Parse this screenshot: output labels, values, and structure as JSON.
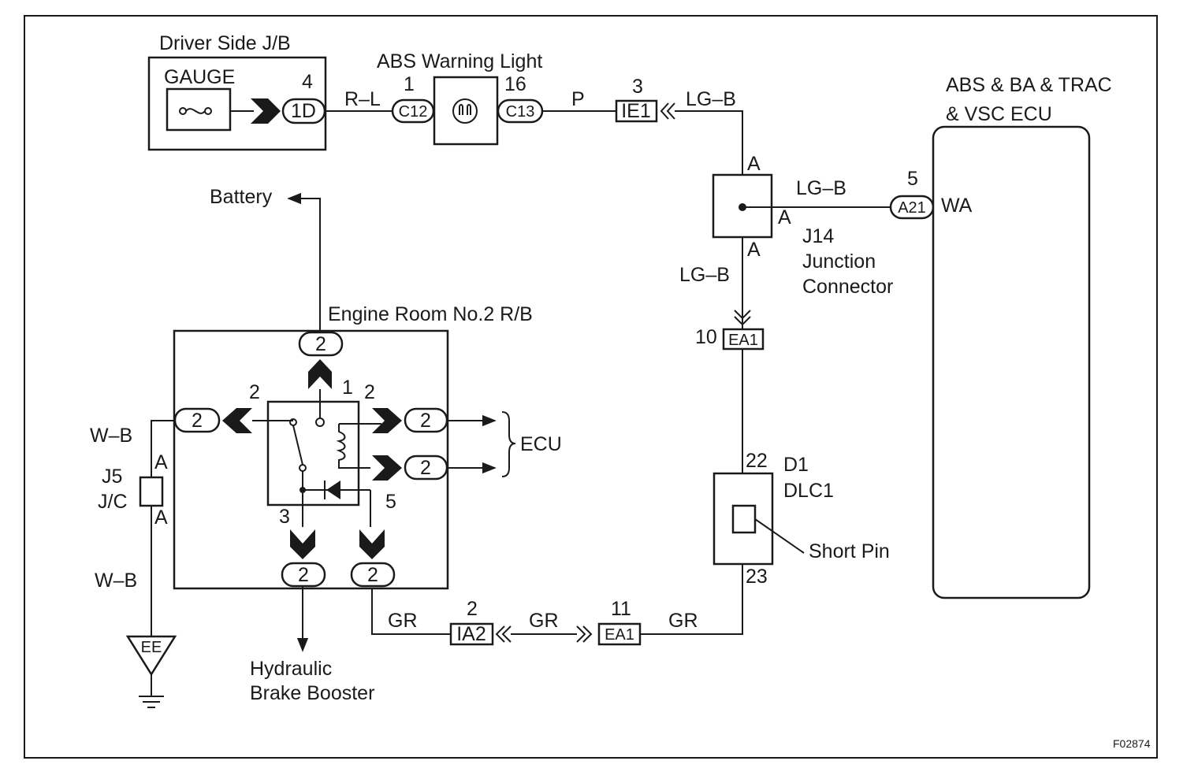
{
  "labels": {
    "driver_jb": "Driver Side J/B",
    "gauge": "GAUGE",
    "abs_light": "ABS Warning Light",
    "ecu_title1": "ABS & BA & TRAC",
    "ecu_title2": "& VSC ECU",
    "battery": "Battery",
    "engine_rb": "Engine Room No.2 R/B",
    "ecu_short": "ECU",
    "j14": "J14",
    "junction": "Junction",
    "connector": "Connector",
    "d1": "D1",
    "dlc1": "DLC1",
    "short_pin": "Short Pin",
    "wa": "WA",
    "j5": "J5",
    "jc": "J/C",
    "hyd1": "Hydraulic",
    "hyd2": "Brake Booster",
    "ee": "EE",
    "fig_id": "F02874"
  },
  "connectors": {
    "c1d": "1D",
    "c12": "C12",
    "c13": "C13",
    "ie1": "IE1",
    "a21": "A21",
    "ea1_top": "EA1",
    "ea1_bot": "EA1",
    "ia2": "IA2",
    "rb": "2"
  },
  "pins": {
    "p4": "4",
    "p1_c12": "1",
    "p16": "16",
    "p3_ie1": "3",
    "p5_a21": "5",
    "p10": "10",
    "p22": "22",
    "p23": "23",
    "p11": "11",
    "p2_ia2": "2",
    "relay_1": "1",
    "relay_2a": "2",
    "relay_2b": "2",
    "relay_3": "3",
    "relay_5": "5",
    "a": "A"
  },
  "wires": {
    "rl": "R–L",
    "p": "P",
    "lgb": "LG–B",
    "gr": "GR",
    "wb": "W–B"
  }
}
